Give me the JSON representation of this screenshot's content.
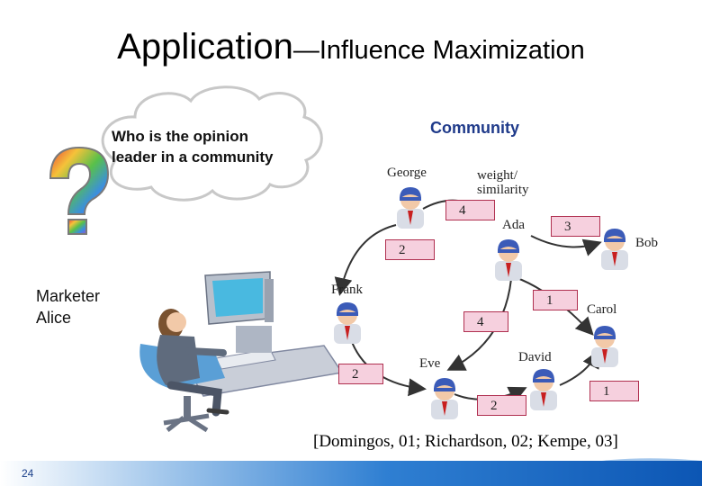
{
  "title": {
    "main": "Application",
    "sub": "—Influence Maximization"
  },
  "cloud_question": "Who is the opinion leader in a community",
  "marketer_label": "Marketer Alice",
  "community_label": "Community",
  "edge_legend": "weight/ similarity",
  "nodes": {
    "george": "George",
    "ada": "Ada",
    "bob": "Bob",
    "frank": "Frank",
    "carol": "Carol",
    "eve": "Eve",
    "david": "David"
  },
  "weights": {
    "george_ada": "4",
    "ada_bob": "3",
    "george_frank": "2",
    "ada_carol": "1",
    "ada_eve": "4",
    "frank_eve": "2",
    "eve_david": "2",
    "david_carol": "1"
  },
  "citation": "[Domingos, 01; Richardson, 02; Kempe, 03]",
  "page_number": "24",
  "colors": {
    "community": "#1f3a8a",
    "weight_box": "#f6d0de",
    "footer": "#0c56b4"
  }
}
